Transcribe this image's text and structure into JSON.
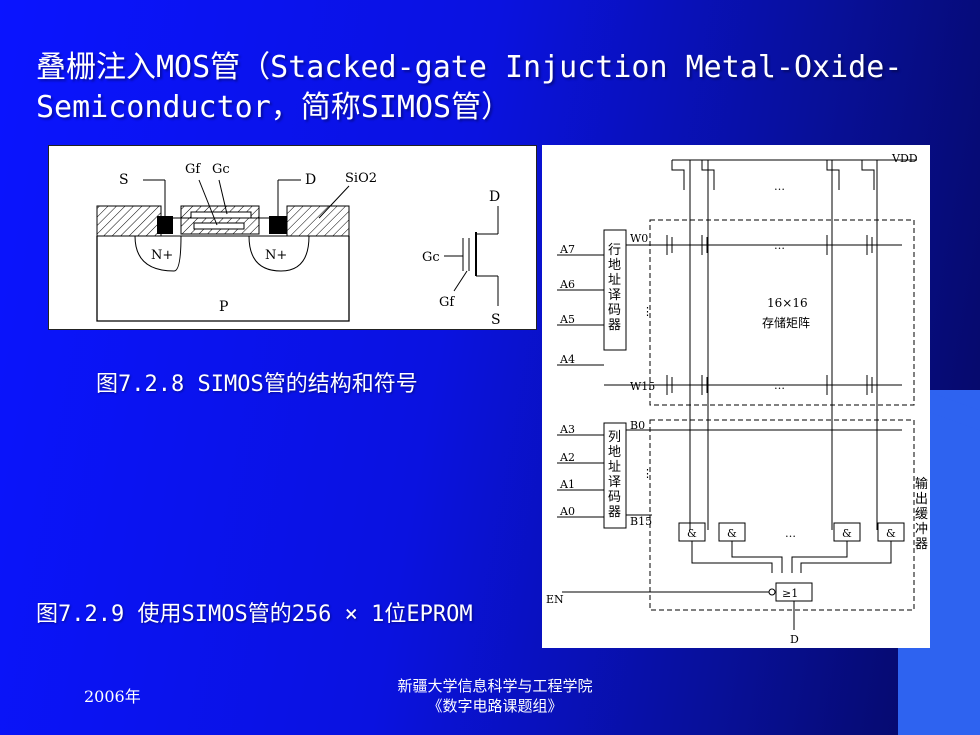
{
  "title": "叠栅注入MOS管（Stacked-gate Injuction Metal-Oxide-Semiconductor，简称SIMOS管）",
  "figure1": {
    "caption": "图7.2.8  SIMOS管的结构和符号",
    "labels": {
      "s": "S",
      "gf": "Gf",
      "gc": "Gc",
      "d": "D",
      "sio2": "SiO2",
      "n1": "N+",
      "n2": "N+",
      "p": "P",
      "sym_d": "D",
      "sym_gc": "Gc",
      "sym_gf": "Gf",
      "sym_s": "S"
    }
  },
  "figure2": {
    "caption": "图7.2.9 使用SIMOS管的256 × 1位EPROM",
    "labels": {
      "vdd": "VDD",
      "a7": "A7",
      "a6": "A6",
      "a5": "A5",
      "a4": "A4",
      "a3": "A3",
      "a2": "A2",
      "a1": "A1",
      "a0": "A0",
      "w0": "W0",
      "w15": "W15",
      "b0": "B0",
      "b15": "B15",
      "row_decoder": "行地址译码器",
      "col_decoder": "列地址译码器",
      "matrix": "16×16",
      "matrix_sub": "存储矩阵",
      "output": "输出缓冲器",
      "en": "EN",
      "d": "D",
      "and": "&",
      "or": "≥1",
      "ellipsis": "…",
      "vdots": "⋮"
    }
  },
  "footer": {
    "year": "2006年",
    "org_line1": "新疆大学信息科学与工程学院",
    "org_line2": "《数字电路课题组》"
  }
}
